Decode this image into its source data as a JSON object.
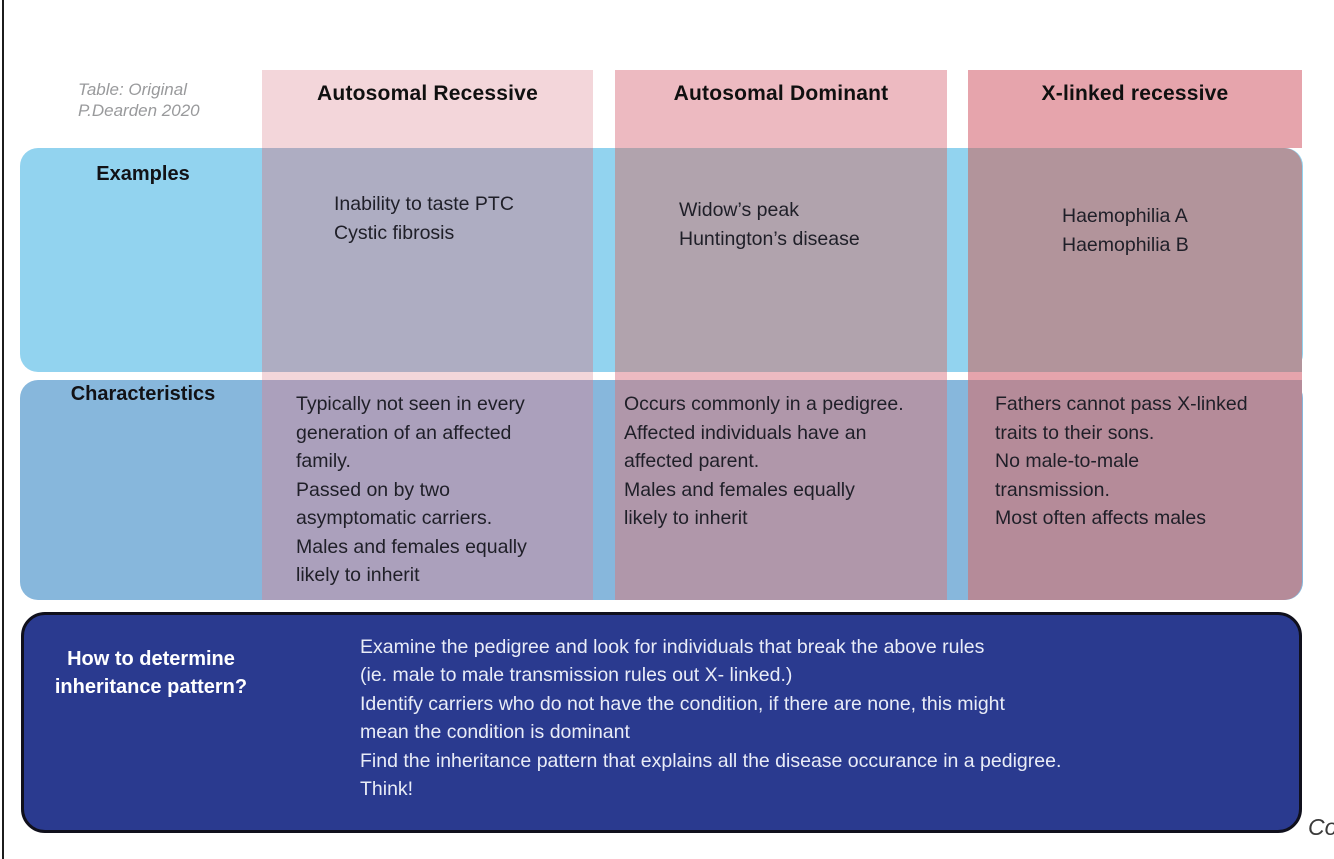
{
  "caption": "Table: Original\nP.Dearden 2020",
  "corner_text": "Co",
  "colors": {
    "row1_band": "#92d3ef",
    "row2_band": "#87b7dc",
    "footer_bg": "#2a3a8f",
    "col1": {
      "header": "#f3d6da",
      "row1": "#aeadc2",
      "row2": "#aba0bc"
    },
    "col2": {
      "header": "#edbac1",
      "row1": "#b1a3ad",
      "row2": "#b097aa"
    },
    "col3": {
      "header": "#e6a4ac",
      "row1": "#b2949b",
      "row2": "#b58b99"
    }
  },
  "rows": [
    {
      "label": "Examples"
    },
    {
      "label": "Characteristics"
    }
  ],
  "columns": [
    {
      "label": "Autosomal Recessive",
      "examples": "Inability to taste PTC\nCystic fibrosis",
      "characteristics": "Typically not seen in every\ngeneration of an affected\nfamily.\nPassed on by two\nasymptomatic carriers.\nMales and females equally\n likely to inherit"
    },
    {
      "label": "Autosomal Dominant",
      "examples": "Widow’s peak\nHuntington’s disease",
      "characteristics": "Occurs commonly in a pedigree.\nAffected individuals have an\naffected parent.\nMales and females equally\n likely to inherit"
    },
    {
      "label": "X-linked recessive",
      "examples": "Haemophilia A\nHaemophilia B",
      "characteristics": "Fathers cannot pass X-linked\n traits to their sons.\n No male-to-male\ntransmission.\nMost often affects males"
    }
  ],
  "footer": {
    "label": "How to determine\ninheritance pattern?",
    "body": "Examine the pedigree and look for individuals that break the above rules\n(ie. male to male transmission rules out X- linked.)\nIdentify carriers who do not have the condition, if there are none, this might\nmean the condition is dominant\nFind the inheritance pattern that explains all the disease occurance in a pedigree.\nThink!"
  },
  "chart_data": {
    "type": "table",
    "columns": [
      "",
      "Autosomal Recessive",
      "Autosomal Dominant",
      "X-linked recessive"
    ],
    "rows": [
      [
        "Examples",
        "Inability to taste PTC; Cystic fibrosis",
        "Widow’s peak; Huntington’s disease",
        "Haemophilia A; Haemophilia B"
      ],
      [
        "Characteristics",
        "Typically not seen in every generation of an affected family. Passed on by two asymptomatic carriers. Males and females equally likely to inherit",
        "Occurs commonly in a pedigree. Affected individuals have an affected parent. Males and females equally likely to inherit",
        "Fathers cannot pass X-linked traits to their sons. No male-to-male transmission. Most often affects males"
      ],
      [
        "How to determine inheritance pattern?",
        "Examine the pedigree and look for individuals that break the above rules (ie. male to male transmission rules out X- linked.) Identify carriers who do not have the condition, if there are none, this might mean the condition is dominant. Find the inheritance pattern that explains all the disease occurance in a pedigree. Think!",
        "",
        ""
      ]
    ]
  }
}
